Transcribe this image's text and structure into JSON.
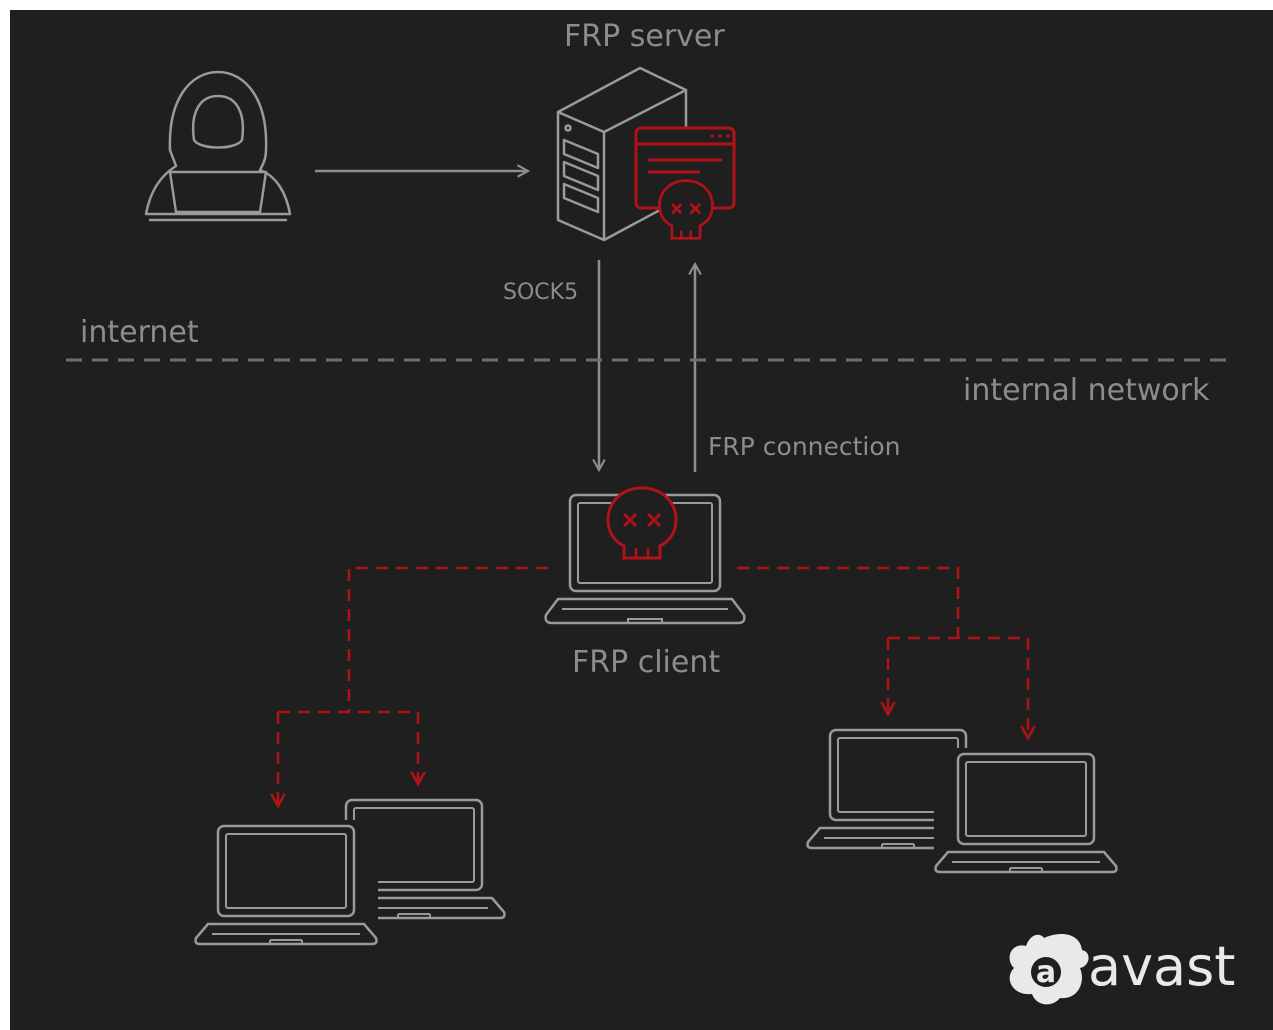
{
  "labels": {
    "frp_server": "FRP server",
    "socks5": "SOCK5",
    "internet": "internet",
    "internal_network": "internal network",
    "frp_connection": "FRP connection",
    "frp_client": "FRP client"
  },
  "logo": {
    "text": "avast",
    "mark_letter": "a"
  },
  "colors": {
    "background": "#1f1f1f",
    "line": "#8f8f8f",
    "malicious": "#b01218",
    "divider": "#6e6e6e",
    "logo": "#e9e9e9"
  },
  "icons": {
    "attacker": "hooded-hacker-laptop-icon",
    "server": "server-tower-icon",
    "malware_window": "infected-browser-window-icon",
    "skull": "skull-icon",
    "client_laptop": "laptop-icon"
  }
}
